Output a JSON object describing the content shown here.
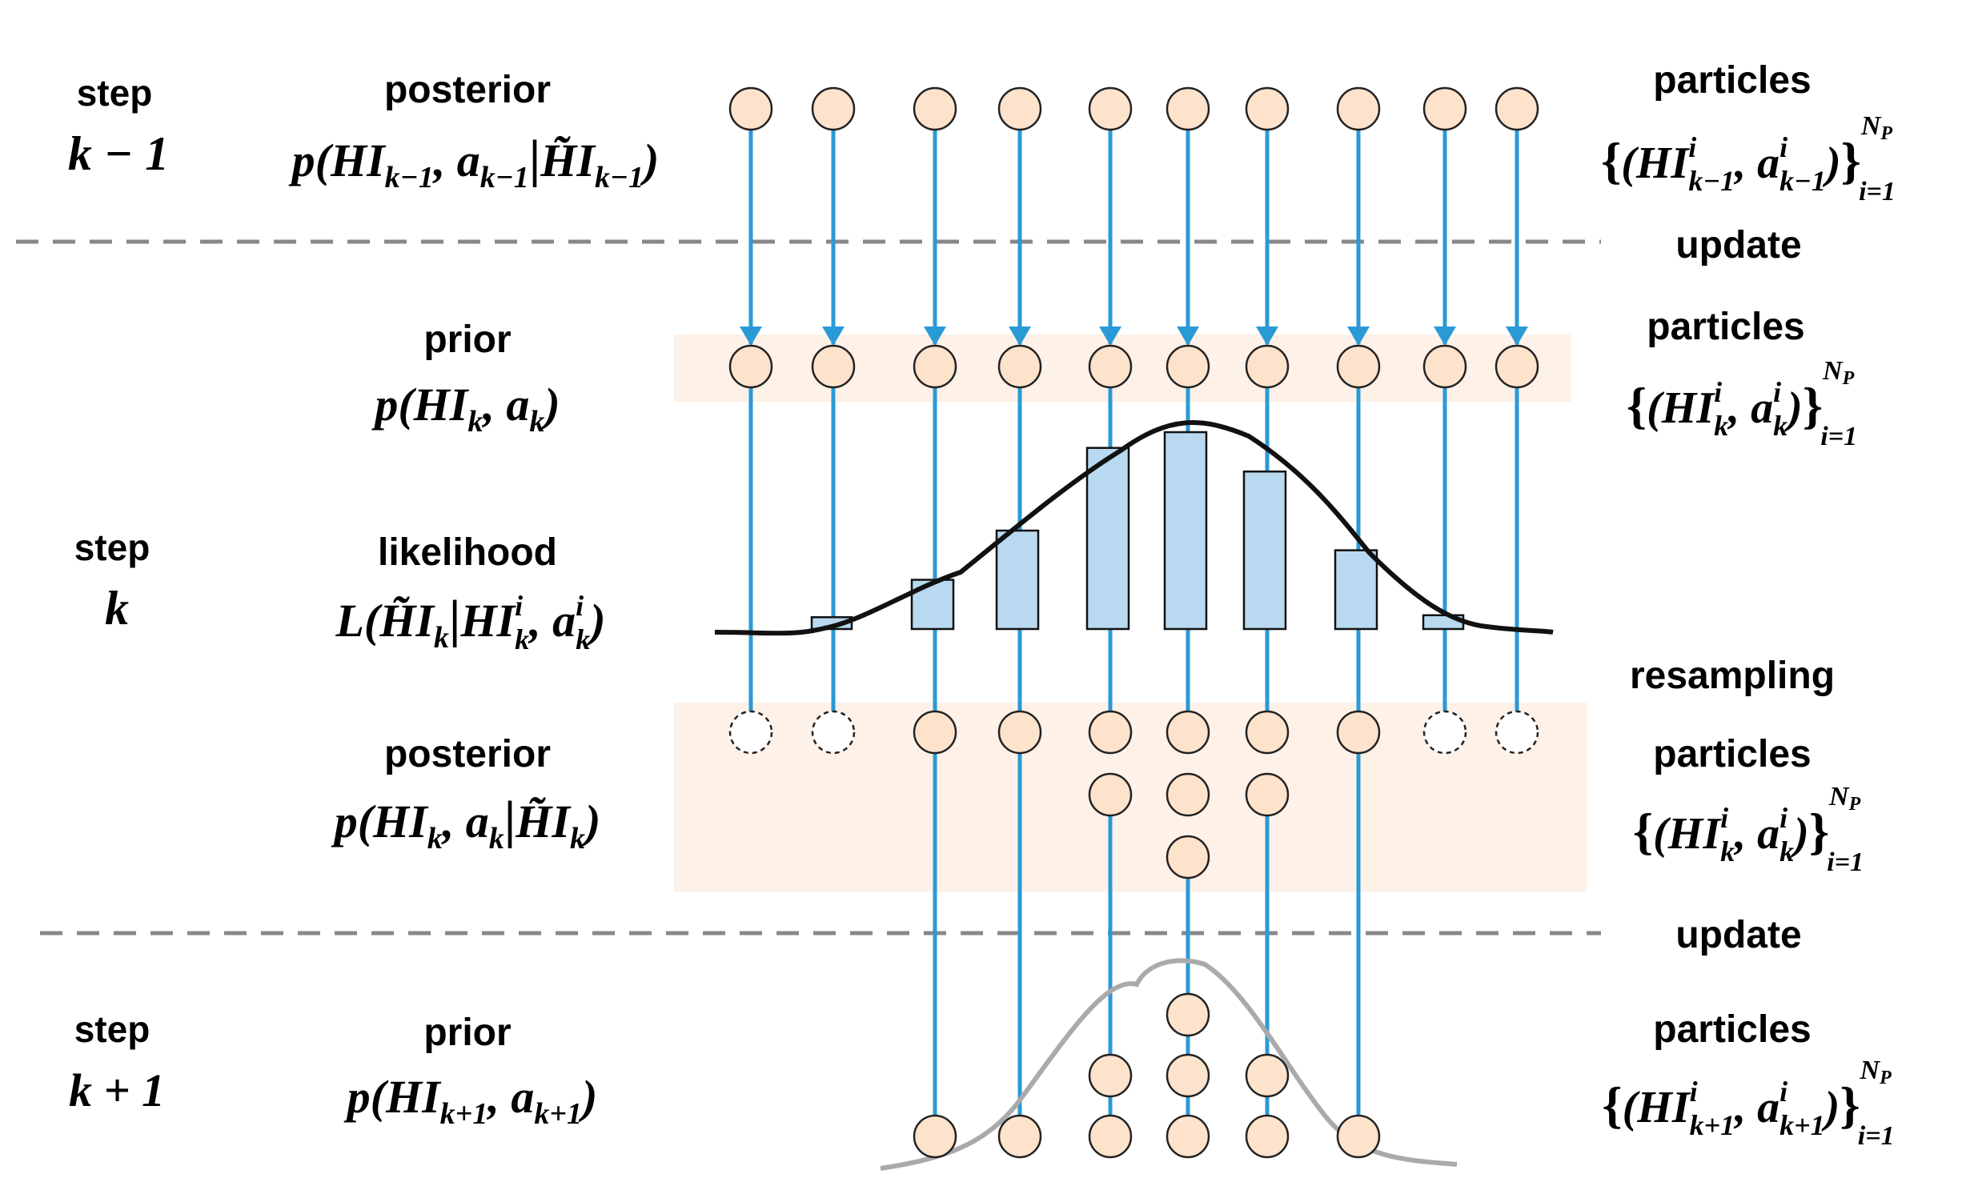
{
  "colors": {
    "particle_fill": "#fde2cc",
    "particle_stroke": "#222222",
    "arrow": "#2a9ad6",
    "band": "#fdf1e8",
    "bar_fill": "#b8d9f0",
    "divider": "#888888",
    "curve": "#111111",
    "curve_light": "#aaaaaa"
  },
  "labels": {
    "step1_word": "step",
    "step1_index": "k − 1",
    "step2_word": "step",
    "step2_index": "k",
    "step3_word": "step",
    "step3_index": "k + 1",
    "posterior_prev": "posterior",
    "prior_k": "prior",
    "likelihood": "likelihood",
    "posterior_k": "posterior",
    "prior_next": "prior",
    "particles_1": "particles",
    "particles_2": "particles",
    "particles_3": "particles",
    "particles_4": "particles",
    "update_1": "update",
    "update_2": "update",
    "resampling": "resampling"
  },
  "formulas": {
    "posterior_prev": "p(HI_{k−1}, a_{k−1} | H̃I_{k−1})",
    "prior_k": "p(HI_k, a_k)",
    "likelihood": "L(H̃I_k | HI_k^i, a_k^i)",
    "posterior_k": "p(HI_k, a_k | H̃I_k)",
    "prior_next": "p(HI_{k+1}, a_{k+1})",
    "set_prev": "{(HI_{k−1}^i, a_{k−1}^i)}_{i=1}^{N_P}",
    "set_k_prior": "{(HI_k^i, a_k^i)}_{i=1}^{N_P}",
    "set_k_post": "{(HI_k^i, a_k^i)}_{i=1}^{N_P}",
    "set_next": "{(HI_{k+1}^i, a_{k+1}^i)}_{i=1}^{N_P}"
  },
  "particles": {
    "count": 10,
    "likelihood_weights": [
      0.0,
      0.06,
      0.25,
      0.5,
      0.92,
      1.0,
      0.8,
      0.4,
      0.07,
      0.0
    ],
    "resampled_copies": [
      0,
      0,
      1,
      1,
      2,
      3,
      2,
      1,
      0,
      0
    ]
  }
}
